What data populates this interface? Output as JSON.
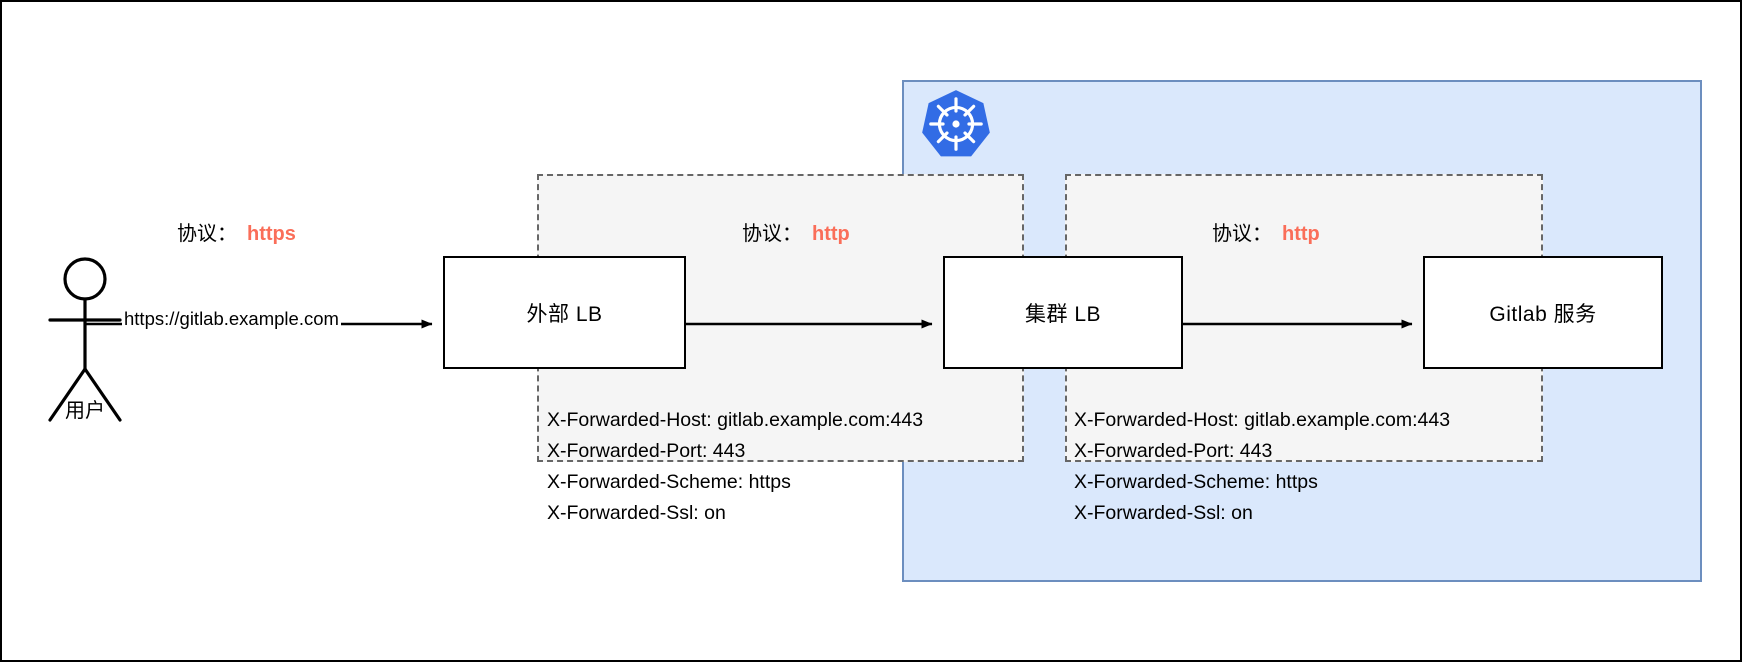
{
  "diagram": {
    "title": "GitLab request forwarding path",
    "background": "#ffffff",
    "border_color": "#000000"
  },
  "colors": {
    "k8s_region_fill": "#dae8fc",
    "k8s_region_border": "#6c8ebf",
    "k8s_logo_blue": "#326ce5",
    "hop_region_fill": "#f5f5f5",
    "hop_region_border": "#666666",
    "node_fill": "#ffffff",
    "node_border": "#000000",
    "protocol_accent": "#fa6e59",
    "text": "#000000"
  },
  "actor": {
    "icon": "stick-figure-user-icon",
    "label": "用户"
  },
  "edges": [
    {
      "name": "user-to-external-lb",
      "label": "https://gitlab.example.com"
    },
    {
      "name": "external-lb-to-cluster-lb",
      "label": ""
    },
    {
      "name": "cluster-lb-to-gitlab",
      "label": ""
    }
  ],
  "protocol_labels": [
    {
      "prefix": "协议：",
      "value": "https"
    },
    {
      "prefix": "协议：",
      "value": "http"
    },
    {
      "prefix": "协议：",
      "value": "http"
    }
  ],
  "nodes": [
    {
      "id": "external-lb",
      "label": "外部 LB"
    },
    {
      "id": "cluster-lb",
      "label": "集群 LB"
    },
    {
      "id": "gitlab-service",
      "label": "Gitlab 服务"
    }
  ],
  "k8s_region": {
    "logo_name": "kubernetes-logo-icon",
    "logo_alt": "Kubernetes"
  },
  "header_blocks": [
    {
      "id": "headers-after-external-lb",
      "lines": [
        "X-Forwarded-Host: gitlab.example.com:443",
        "X-Forwarded-Port: 443",
        "X-Forwarded-Scheme: https",
        "X-Forwarded-Ssl: on"
      ]
    },
    {
      "id": "headers-after-cluster-lb",
      "lines": [
        "X-Forwarded-Host: gitlab.example.com:443",
        "X-Forwarded-Port: 443",
        "X-Forwarded-Scheme: https",
        "X-Forwarded-Ssl: on"
      ]
    }
  ]
}
